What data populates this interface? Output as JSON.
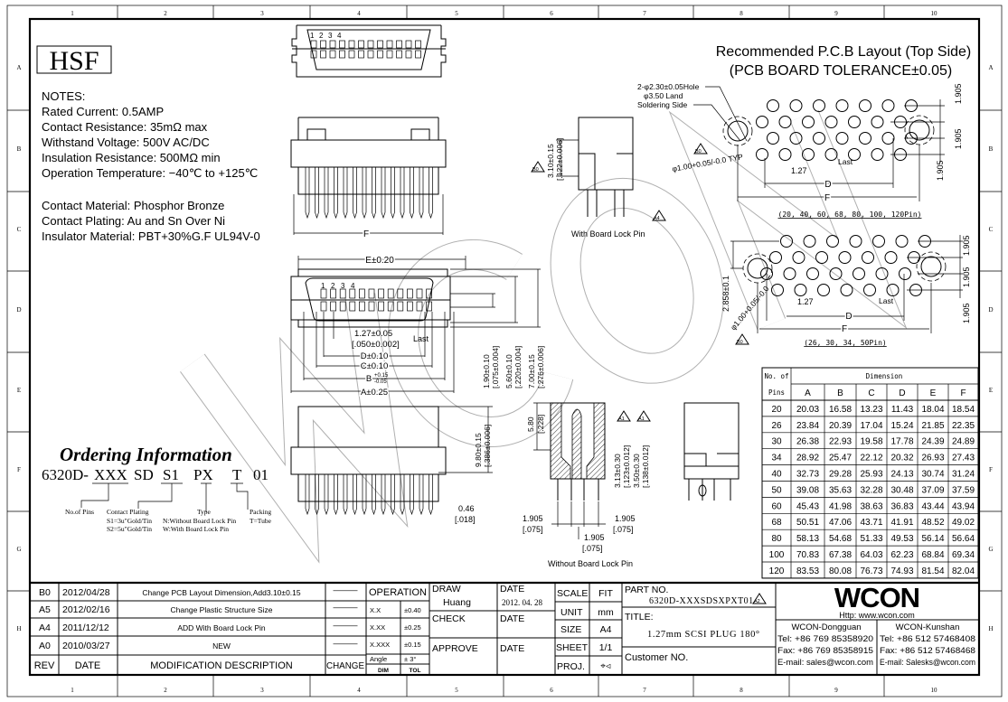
{
  "grid": {
    "columns": [
      "1",
      "2",
      "3",
      "4",
      "5",
      "6",
      "7",
      "8",
      "9",
      "10"
    ],
    "rows": [
      "A",
      "B",
      "C",
      "D",
      "E",
      "F",
      "G",
      "H"
    ]
  },
  "logo": "HSF",
  "watermark": "WCON",
  "notes": {
    "heading": "NOTES:",
    "lines": [
      "Rated Current: 0.5AMP",
      "Contact Resistance: 35mΩ max",
      "Withstand Voltage: 500V AC/DC",
      "Insulation Resistance: 500MΩ min",
      "Operation Temperature: −40℃ to +125℃"
    ],
    "materials": [
      "Contact Material: Phosphor Bronze",
      "Contact Plating: Au and Sn Over Ni",
      "Insulator Material: PBT+30%G.F UL94V-0"
    ]
  },
  "ordering": {
    "title": "Ordering Information",
    "code_prefix": "6320D-",
    "seg_pins": "XXX",
    "seg_sd": "SD",
    "seg_plating": "S1",
    "seg_type": "PX",
    "seg_pack": "T",
    "seg_suffix": "01",
    "label_pins": "No.of Pins",
    "label_plating": "Contact Plating",
    "plating_s1": "S1=3u\"Gold/Tin",
    "plating_s2": "S2=5u\"Gold/Tin",
    "label_type": "Type",
    "type_n": "N:Without Board Lock Pin",
    "type_w": "W:With Board Lock Pin",
    "label_pack": "Packing",
    "pack_t": "T=Tube"
  },
  "views": {
    "pin_nums": [
      "1",
      "2",
      "3",
      "4"
    ],
    "dim_F": "F",
    "dim_E": "E±0.20",
    "dim_pitch": "1.27±0.05",
    "dim_pitch_in": "[.050±0.002]",
    "last": "Last",
    "dim_D": "D±0.10",
    "dim_C": "C±0.10",
    "dim_B": "B",
    "dim_B_tol_up": "+0.15",
    "dim_B_tol_dn": "-0.05",
    "dim_A": "A±0.25",
    "dim_190": "1.90±0.10",
    "dim_190_in": "[.075±0.004]",
    "dim_560": "5.60±0.10",
    "dim_560_in": "[.220±0.004]",
    "dim_700": "7.00±0.15",
    "dim_700_in": "[.276±0.006]",
    "dim_310": "3.10±0.15",
    "dim_310_in": "[.122±0.006]",
    "with_lock": "With Board Lock Pin",
    "without_lock": "Without Board Lock Pin",
    "dim_980": "9.80±0.15",
    "dim_980_in": "[.386±0.006]",
    "dim_046": "0.46",
    "dim_046_in": "[.018]",
    "dim_580": "5.80",
    "dim_580_in": "[.228]",
    "dim_313": "3.13±0.30",
    "dim_313_in": "[.123±0.012]",
    "dim_350": "3.50±0.30",
    "dim_350_in": "[.138±0.012]",
    "dim_1905": "1.905",
    "dim_1905_in": "[.075]",
    "rev_marks": [
      "B0",
      "A4",
      "A1",
      "A2"
    ]
  },
  "pcb": {
    "title": "Recommended P.C.B Layout (Top Side)",
    "subtitle": "(PCB BOARD TOLERANCE±0.05)",
    "hole_note": "2-φ2.30±0.05Hole",
    "land_note": "φ3.50 Land",
    "solder_note": "Soldering Side",
    "pin_hole": "φ1.00+0.05/-0.0 TYP",
    "pin_hole2": "φ1.00+0.05/-0.0",
    "pitch": "1.27",
    "row_pitch": "1.905",
    "offset": "2.858±0.1",
    "dim_D": "D",
    "dim_F": "F",
    "last": "Last",
    "caption1": "(20, 40, 60, 68, 80, 100, 120Pin)",
    "caption2": "(26, 30, 34, 50Pin)"
  },
  "dim_table": {
    "header_pins_1": "No. of",
    "header_pins_2": "Pins",
    "header_dimension": "Dimension",
    "columns": [
      "A",
      "B",
      "C",
      "D",
      "E",
      "F"
    ],
    "rows": [
      {
        "pins": "20",
        "values": [
          "20.03",
          "16.58",
          "13.23",
          "11.43",
          "18.04",
          "18.54"
        ]
      },
      {
        "pins": "26",
        "values": [
          "23.84",
          "20.39",
          "17.04",
          "15.24",
          "21.85",
          "22.35"
        ]
      },
      {
        "pins": "30",
        "values": [
          "26.38",
          "22.93",
          "19.58",
          "17.78",
          "24.39",
          "24.89"
        ]
      },
      {
        "pins": "34",
        "values": [
          "28.92",
          "25.47",
          "22.12",
          "20.32",
          "26.93",
          "27.43"
        ]
      },
      {
        "pins": "40",
        "values": [
          "32.73",
          "29.28",
          "25.93",
          "24.13",
          "30.74",
          "31.24"
        ]
      },
      {
        "pins": "50",
        "values": [
          "39.08",
          "35.63",
          "32.28",
          "30.48",
          "37.09",
          "37.59"
        ]
      },
      {
        "pins": "60",
        "values": [
          "45.43",
          "41.98",
          "38.63",
          "36.83",
          "43.44",
          "43.94"
        ]
      },
      {
        "pins": "68",
        "values": [
          "50.51",
          "47.06",
          "43.71",
          "41.91",
          "48.52",
          "49.02"
        ]
      },
      {
        "pins": "80",
        "values": [
          "58.13",
          "54.68",
          "51.33",
          "49.53",
          "56.14",
          "56.64"
        ]
      },
      {
        "pins": "100",
        "values": [
          "70.83",
          "67.38",
          "64.03",
          "62.23",
          "68.84",
          "69.34"
        ]
      },
      {
        "pins": "120",
        "values": [
          "83.53",
          "80.08",
          "76.73",
          "74.93",
          "81.54",
          "82.04"
        ]
      }
    ]
  },
  "revisions": {
    "rows": [
      {
        "rev": "B0",
        "date": "2012/04/28",
        "desc": "Change PCB Layout Dimension,Add3.10±0.15",
        "change": "———"
      },
      {
        "rev": "A5",
        "date": "2012/02/16",
        "desc": "Change Plastic Structure Size",
        "change": "———"
      },
      {
        "rev": "A4",
        "date": "2011/12/12",
        "desc": "ADD With Board Lock Pin",
        "change": "———"
      },
      {
        "rev": "A0",
        "date": "2010/03/27",
        "desc": "NEW",
        "change": "———"
      }
    ],
    "h_rev": "REV",
    "h_date": "DATE",
    "h_desc": "MODIFICATION  DESCRIPTION",
    "h_change": "CHANGE"
  },
  "tolerance": {
    "title": "OPERATION",
    "rows": [
      [
        "X.X",
        "±0.40"
      ],
      [
        "X.XX",
        "±0.25"
      ],
      [
        "X.XXX",
        "±0.15"
      ],
      [
        "Angle",
        "± 3°"
      ]
    ],
    "h_dim": "DIM",
    "h_tol": "TOL"
  },
  "approval": {
    "draw": "DRAW",
    "drawer": "Huang",
    "date": "DATE",
    "draw_date": "2012. 04. 28",
    "check": "CHECK",
    "check_date": "DATE",
    "approve": "APPROVE",
    "approve_date": "DATE"
  },
  "title_block": {
    "scale_l": "SCALE",
    "scale": "FIT",
    "unit_l": "UNIT",
    "unit": "mm",
    "size_l": "SIZE",
    "size": "A4",
    "sheet_l": "SHEET",
    "sheet": "1/1",
    "proj_l": "PROJ.",
    "proj": "⌖⊲",
    "part_l": "PART NO.",
    "part": "6320D-XXXSDSXPXT01",
    "part_rev": "A2",
    "title_l": "TITLE:",
    "title": "1.27mm SCSI PLUG 180°",
    "customer_l": "Customer NO."
  },
  "company": {
    "logo": "WCON",
    "url": "Http:  www.wcon.com",
    "dg_name": "WCON-Dongguan",
    "dg_tel": "Tel: +86 769 85358920",
    "dg_fax": "Fax: +86 769 85358915",
    "dg_mail": "E-mail: sales@wcon.com",
    "ks_name": "WCON-Kunshan",
    "ks_tel": "Tel: +86 512 57468408",
    "ks_fax": "Fax: +86 512 57468468",
    "ks_mail": "E-mail: Salesks@wcon.com"
  }
}
